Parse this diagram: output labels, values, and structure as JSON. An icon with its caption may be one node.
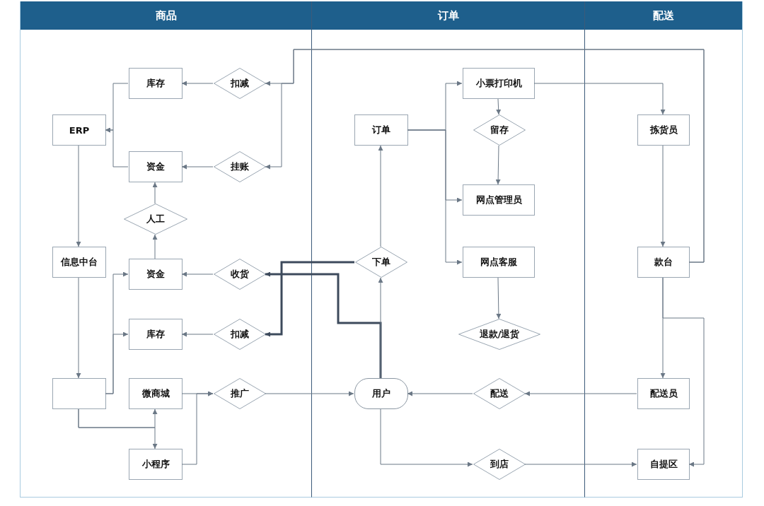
{
  "diagram": {
    "nodes": [
      {
        "text": [
          "商品"
        ]
      },
      {
        "text": [
          "订单"
        ]
      },
      {
        "text": [
          "配送"
        ]
      },
      {
        "text": [
          "库存"
        ],
        "in": 0
      },
      {
        "text": [
          "扣减"
        ],
        "in": 0
      },
      {
        "text": [
          "ERP"
        ],
        "in": 0
      },
      {
        "text": [
          "资金"
        ],
        "in": 0
      },
      {
        "text": [
          "挂账"
        ],
        "in": 0
      },
      {
        "text": [
          "人工"
        ],
        "in": 0
      },
      {
        "text": [
          "信息中台"
        ],
        "in": 0
      },
      {
        "text": [
          "资金"
        ],
        "in": 0
      },
      {
        "text": [
          "收货"
        ],
        "in": 0
      },
      {
        "text": [
          "库存"
        ],
        "in": 0
      },
      {
        "text": [
          "扣减"
        ],
        "in": 0
      },
      {
        "text": [],
        "shape": "box",
        "in": 0
      },
      {
        "text": [
          "微商城"
        ],
        "in": 0
      },
      {
        "text": [
          "推广"
        ],
        "in": 0
      },
      {
        "text": [
          "小程序"
        ],
        "in": 0
      },
      {
        "text": [
          "订单"
        ],
        "in": 1
      },
      {
        "text": [
          "小票打印机"
        ],
        "in": 1
      },
      {
        "text": [
          "留存"
        ],
        "in": 1
      },
      {
        "text": [
          "网点管理员"
        ],
        "in": 1
      },
      {
        "text": [
          "下单"
        ],
        "in": 1
      },
      {
        "text": [
          "网点客服"
        ],
        "in": 1
      },
      {
        "text": [
          "退款/退货"
        ],
        "in": 1
      },
      {
        "text": [
          "用户"
        ],
        "in": 1
      },
      {
        "text": [
          "配送"
        ],
        "in": 1
      },
      {
        "text": [
          "到店"
        ],
        "in": 1
      },
      {
        "text": [
          "拣货员"
        ],
        "in": 2
      },
      {
        "text": [
          "款台"
        ],
        "in": 2
      },
      {
        "text": [
          "配送员"
        ],
        "in": 2
      },
      {
        "text": [
          "自提区"
        ],
        "in": 2
      }
    ],
    "edges": [
      {
        "from": 4,
        "to": 3,
        "arrow": "to"
      },
      {
        "from": 7,
        "to": 6,
        "arrow": "to"
      },
      {
        "from": 3,
        "to": 5,
        "arrow": "to"
      },
      {
        "from": 6,
        "to": 5,
        "arrow": "to"
      },
      {
        "from": 5,
        "to": 9,
        "arrow": "to"
      },
      {
        "from": 8,
        "to": 6,
        "arrow": "to"
      },
      {
        "from": 10,
        "to": 8,
        "arrow": "to"
      },
      {
        "from": 9,
        "to": 14,
        "arrow": "to"
      },
      {
        "from": 14,
        "to": 10,
        "arrow": "to"
      },
      {
        "from": 14,
        "to": 12,
        "arrow": "to"
      },
      {
        "from": 11,
        "to": 10,
        "arrow": "to"
      },
      {
        "from": 13,
        "to": 12,
        "arrow": "to"
      },
      {
        "from": 14,
        "to": 15,
        "arrow": "to"
      },
      {
        "from": 14,
        "to": 17,
        "arrow": "to"
      },
      {
        "from": 15,
        "to": 16,
        "arrow": "to"
      },
      {
        "from": 17,
        "to": 16,
        "arrow": "to"
      },
      {
        "from": 16,
        "to": 25,
        "arrow": "to"
      },
      {
        "from": 22,
        "to": 13,
        "arrow": "to",
        "style": "thick",
        "color": "#3d4a5c"
      },
      {
        "from": 25,
        "to": 11,
        "arrow": "to",
        "style": "thick",
        "color": "#3d4a5c"
      },
      {
        "from": 25,
        "to": 22,
        "arrow": "to"
      },
      {
        "from": 22,
        "to": 18,
        "arrow": "to"
      },
      {
        "from": 18,
        "to": 19,
        "arrow": "to"
      },
      {
        "from": 18,
        "to": 21,
        "arrow": "to"
      },
      {
        "from": 18,
        "to": 23,
        "arrow": "to"
      },
      {
        "from": 19,
        "to": 20,
        "arrow": "to"
      },
      {
        "from": 20,
        "to": 21,
        "arrow": "to"
      },
      {
        "from": 23,
        "to": 24,
        "arrow": "to"
      },
      {
        "from": 19,
        "to": 28,
        "arrow": "to"
      },
      {
        "from": 28,
        "to": 29,
        "arrow": "to"
      },
      {
        "from": 29,
        "to": 4,
        "arrow": "to"
      },
      {
        "from": 29,
        "to": 7,
        "arrow": "to"
      },
      {
        "from": 29,
        "to": 30,
        "arrow": "to"
      },
      {
        "from": 29,
        "to": 31,
        "arrow": "to"
      },
      {
        "from": 30,
        "to": 26,
        "arrow": "to"
      },
      {
        "from": 26,
        "to": 25,
        "arrow": "to"
      },
      {
        "from": 25,
        "to": 27,
        "arrow": "to"
      },
      {
        "from": 27,
        "to": 31,
        "arrow": "to"
      }
    ]
  }
}
